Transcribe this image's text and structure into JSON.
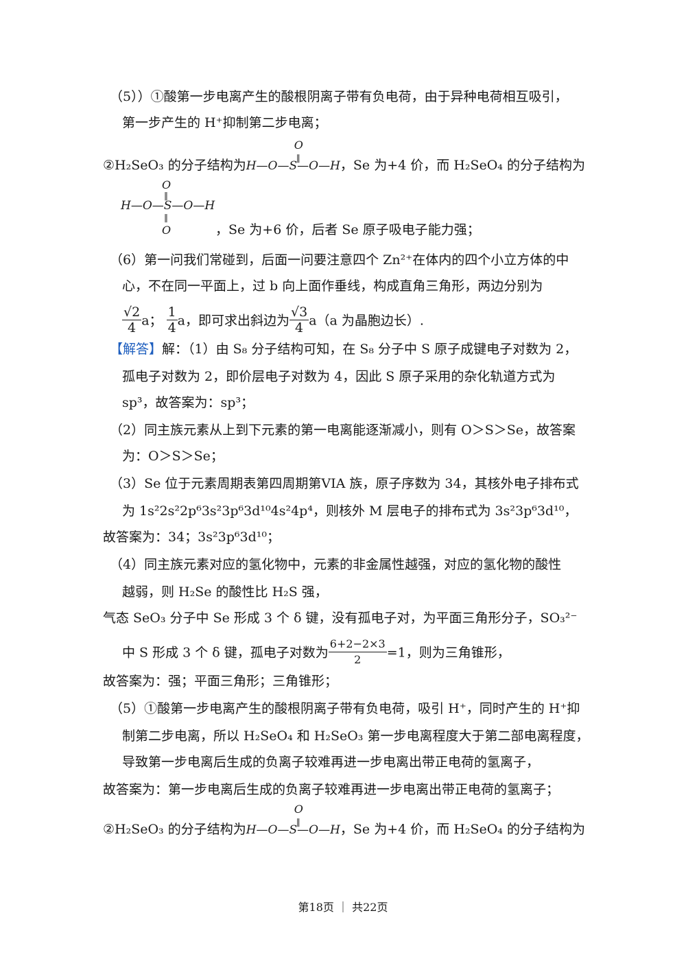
{
  "lines": {
    "l1": "（5））①酸第一步电离产生的酸根阴离子带有负电荷，由于异种电荷相互吸引，",
    "l2": "第一步产生的 H⁺抑制第二步电离；",
    "l3a": "②H₂SeO₃ 的分子结构为",
    "l3b": "，Se 为+4 价，而 H₂SeO₄ 的分子结构为",
    "l4": "，Se 为+6 价，后者 Se 原子吸电子能力强；",
    "l5": "（6）第一问我们常碰到，后面一问要注意四个 Zn²⁺在体内的四个小立方体的中",
    "l6": "心，不在同一平面上，过 b 向上面作垂线，构成直角三角形，两边分别为",
    "l7a": "a；",
    "l7b": "a，即可求出斜边为",
    "l7c": "a（a 为晶胞边长）.",
    "l8tag": "【解答】",
    "l8": "解：（1）由 S₈ 分子结构可知，在 S₈ 分子中 S 原子成键电子对数为 2，",
    "l9": "孤电子对数为 2，即价层电子对数为 4，因此 S 原子采用的杂化轨道方式为",
    "l10": "sp³，故答案为：sp³；",
    "l11": "（2）同主族元素从上到下元素的第一电离能逐渐减小，则有 O＞S＞Se，故答案",
    "l12": "为：O＞S＞Se；",
    "l13": "（3）Se 位于元素周期表第四周期第VIA 族，原子序数为 34，其核外电子排布式",
    "l14": "为 1s²2s²2p⁶3s²3p⁶3d¹⁰4s²4p⁴，则核外 M 层电子的排布式为 3s²3p⁶3d¹⁰，",
    "l15": "故答案为：34；3s²3p⁶3d¹⁰；",
    "l16": "（4）同主族元素对应的氢化物中，元素的非金属性越强，对应的氢化物的酸性",
    "l17": "越弱，则 H₂Se 的酸性比 H₂S 强，",
    "l18": "气态 SeO₃ 分子中 Se 形成 3 个 δ 键，没有孤电子对，为平面三角形分子，SO₃²⁻",
    "l19a": "中 S 形成 3 个 δ 键，孤电子对数为",
    "l19b": "=1，则为三角锥形，",
    "l20": "故答案为：强；平面三角形；三角锥形；",
    "l21": "（5）①酸第一步电离产生的酸根阴离子带有负电荷，吸引 H⁺，同时产生的 H⁺抑",
    "l22": "制第二步电离，所以 H₂SeO₄ 和 H₂SeO₃ 第一步电离程度大于第二部电离程度，",
    "l23": "导致第一步电离后生成的负离子较难再进一步电离出带正电荷的氢离子，",
    "l24": "故答案为：第一步电离后生成的负离子较难再进一步电离出带正电荷的氢离子；",
    "l25a": "②H₂SeO₃ 的分子结构为",
    "l25b": "，Se 为+4 价，而 H₂SeO₄ 的分子结构为"
  },
  "math": {
    "f1_num": "√2",
    "f1_den": "4",
    "f2_num": "1",
    "f2_den": "4",
    "f3_num": "√3",
    "f3_den": "4",
    "f4_num": "6+2−2×3",
    "f4_den": "2"
  },
  "structures": {
    "h2seo3": "H—O—S—O—H",
    "h2seo3_top": "O",
    "h2seo4": "H—O—S—O—H",
    "h2seo4_top": "O",
    "h2seo4_bottom": "O",
    "h2seo3b": "H—O—S—O—H",
    "h2seo3b_top": "O"
  },
  "footer": "第18页 ｜ 共22页"
}
